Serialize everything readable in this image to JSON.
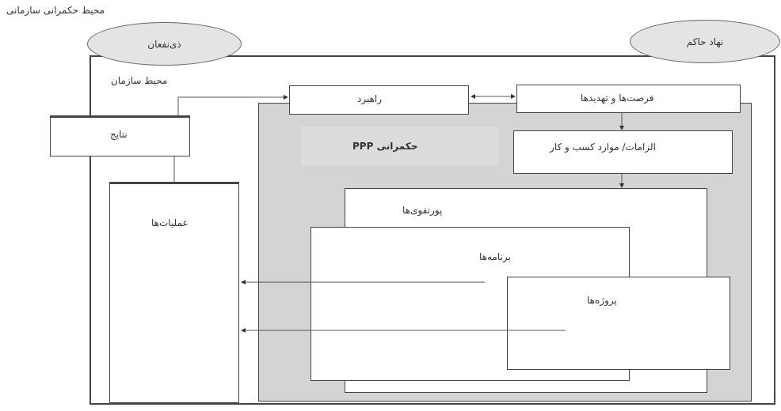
{
  "diagram": {
    "title": "محیط حکمرانی سازمانی",
    "stakeholders": "ذی‌نفعان",
    "governing_body": "نهاد حاکم",
    "organization_environment": "محیط سازمان",
    "strategy": "راهبرد",
    "opportunities_threats": "فرصت‌ها و تهدیدها",
    "requirements": "الزامات/ موارد کسب و کار",
    "ppp_governance": "حکمرانی PPP",
    "results": "نتایج",
    "operations": "عملیات‌ها",
    "portfolios": "پورتفوی‌ها",
    "programs": "برنامه‌ها",
    "projects": "پروژه‌ها"
  },
  "colors": {
    "gray_area": "#d4d4d4",
    "ellipse": "#e4e4e4",
    "line": "#444444"
  }
}
